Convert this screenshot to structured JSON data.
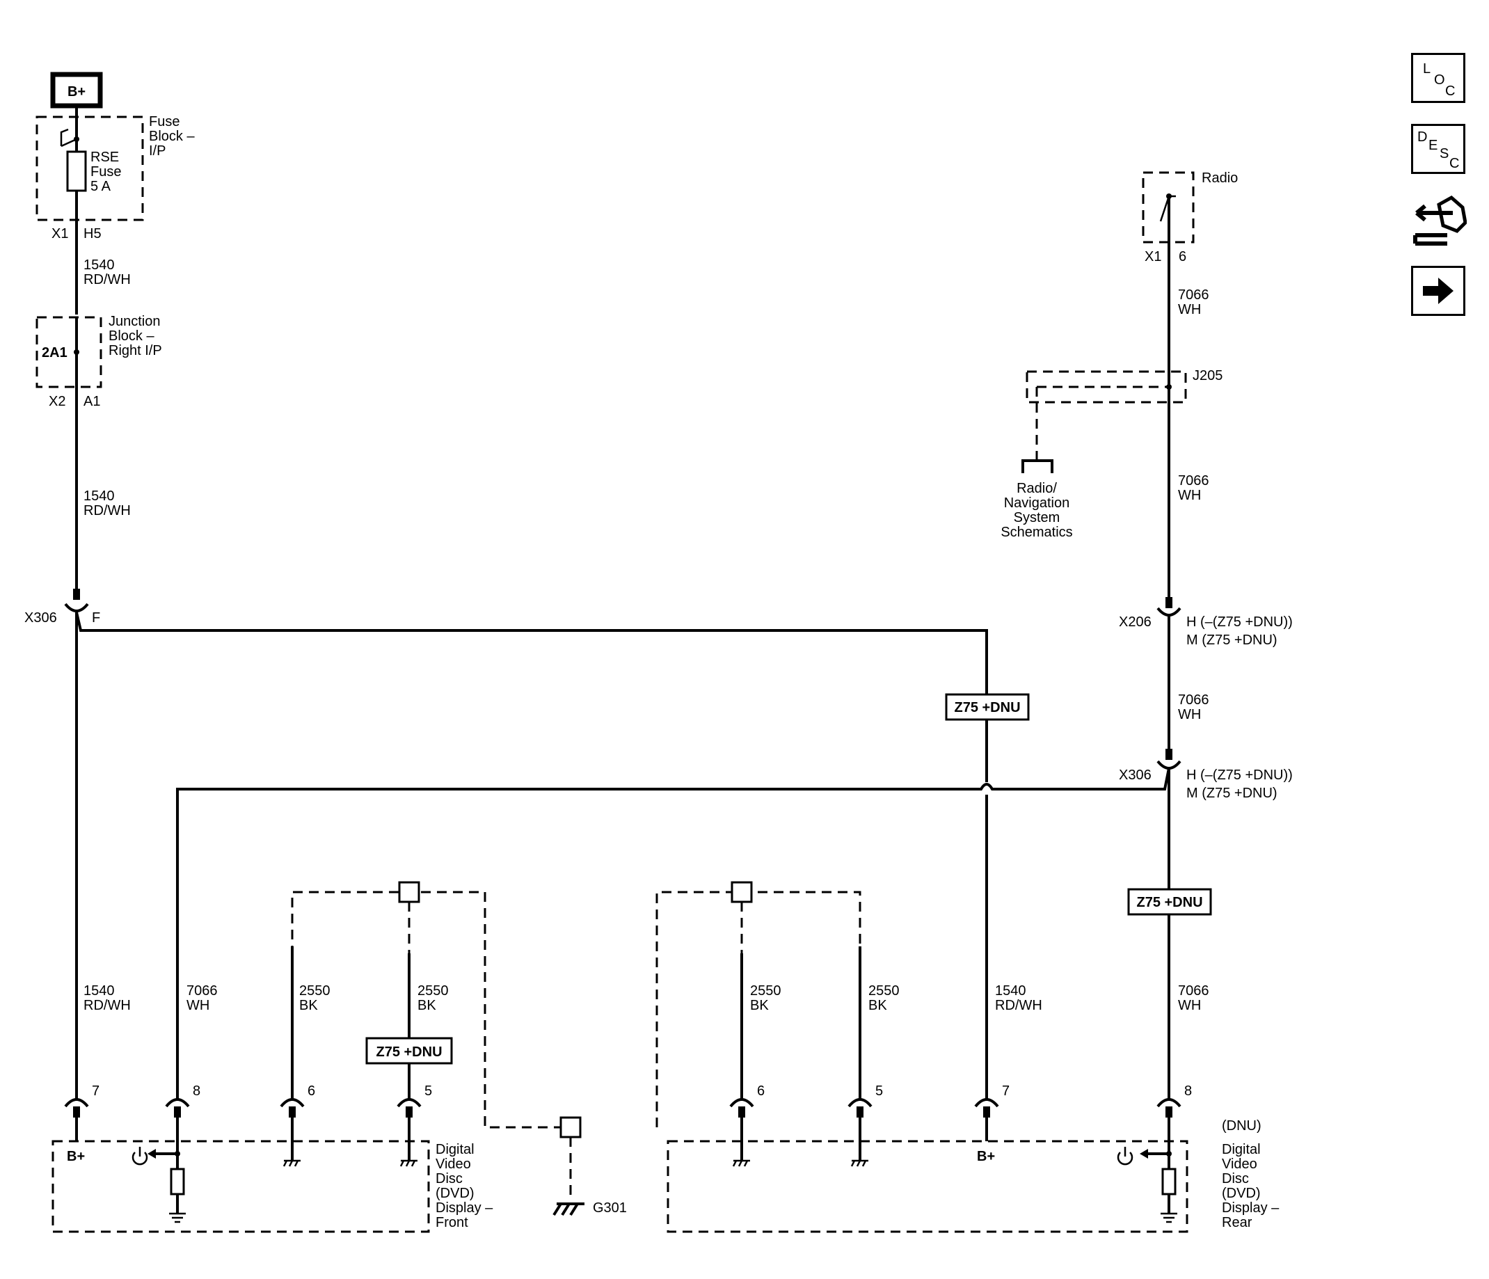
{
  "labels": {
    "b_plus_top": "B+",
    "fuse_block": [
      "Fuse",
      "Block –",
      "I/P"
    ],
    "rse_fuse": [
      "RSE",
      "Fuse",
      "5 A"
    ],
    "x1": "X1",
    "h5": "H5",
    "wire_1540": "1540",
    "rd_wh": "RD/WH",
    "junction_block": [
      "Junction",
      "Block –",
      "Right I/P"
    ],
    "splice_2a1": "2A1",
    "x2": "X2",
    "a1": "A1",
    "x306": "X306",
    "f": "F",
    "radio": "Radio",
    "x1_radio": "X1",
    "pin6_radio": "6",
    "wire_7066": "7066",
    "wh": "WH",
    "j205": "J205",
    "radio_nav": [
      "Radio/",
      "Navigation",
      "System",
      "Schematics"
    ],
    "x206": "X206",
    "h_opt": "H (–(Z75 +DNU))",
    "m_opt": "M (Z75 +DNU)",
    "option_box": "Z75 +DNU",
    "wire_2550": "2550",
    "bk": "BK",
    "pin7": "7",
    "pin8": "8",
    "pin6": "6",
    "pin5": "5",
    "b_plus": "B+",
    "dvd_front": [
      "Digital",
      "Video",
      "Disc",
      "(DVD)",
      "Display –",
      "Front"
    ],
    "dnu": "(DNU)",
    "dvd_rear": [
      "Digital",
      "Video",
      "Disc",
      "(DVD)",
      "Display –",
      "Rear"
    ],
    "g301": "G301"
  },
  "side_buttons": [
    {
      "id": "loc",
      "letters": [
        "L",
        "O",
        "C"
      ]
    },
    {
      "id": "desc",
      "letters": [
        "D",
        "E",
        "S",
        "C"
      ]
    },
    {
      "id": "connector-icon",
      "icon": "connector-wrench-icon"
    },
    {
      "id": "next-arrow",
      "icon": "right-arrow-icon"
    }
  ]
}
